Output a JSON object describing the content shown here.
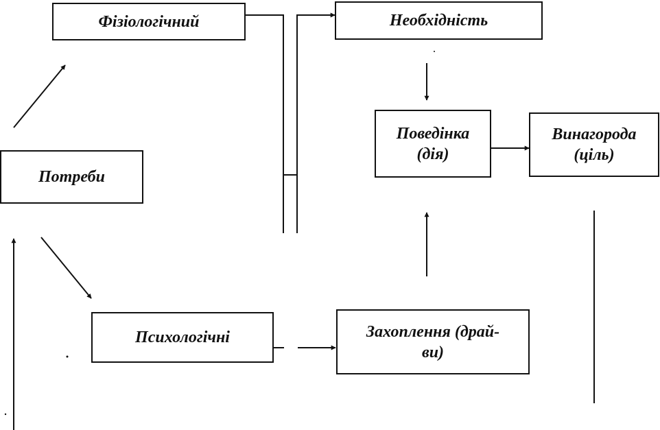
{
  "nodes": {
    "physiological": {
      "text": "Фізіологічний"
    },
    "necessity": {
      "text": "Необхідність"
    },
    "behavior": {
      "line1": "Поведінка",
      "line2": "(дія)"
    },
    "reward": {
      "line1": "Винагорода",
      "line2": "(ціль)"
    },
    "needs": {
      "text": "Потреби"
    },
    "psychological": {
      "text": "Психологічні"
    },
    "drives": {
      "line1": "Захоплення (драй-",
      "line2": "ви)"
    }
  },
  "colors": {
    "ink": "#111111",
    "background": "#ffffff"
  }
}
